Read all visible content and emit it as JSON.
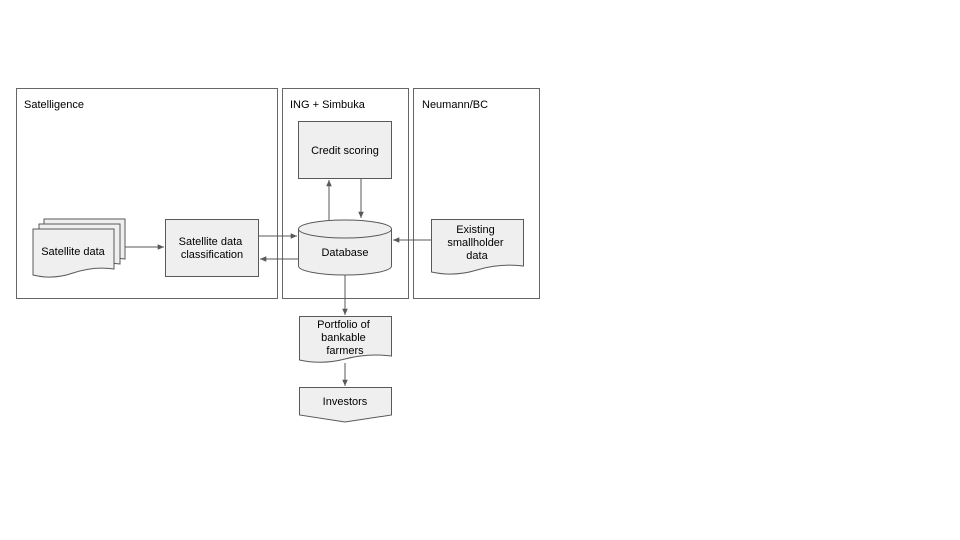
{
  "groups": {
    "satelligence": "Satelligence",
    "ing_simbuka": "ING + Simbuka",
    "neumann_bc": "Neumann/BC"
  },
  "nodes": {
    "satellite_data": "Satellite data",
    "satellite_classification": [
      "Satellite data",
      "classification"
    ],
    "credit_scoring": "Credit scoring",
    "database": "Database",
    "existing_smallholder_data": [
      "Existing",
      "smallholder",
      "data"
    ],
    "portfolio": [
      "Portfolio of",
      "bankable",
      "farmers"
    ],
    "investors": "Investors"
  },
  "colors": {
    "node_fill": "#efefef",
    "stroke": "#595959",
    "frame_stroke": "#666666"
  }
}
